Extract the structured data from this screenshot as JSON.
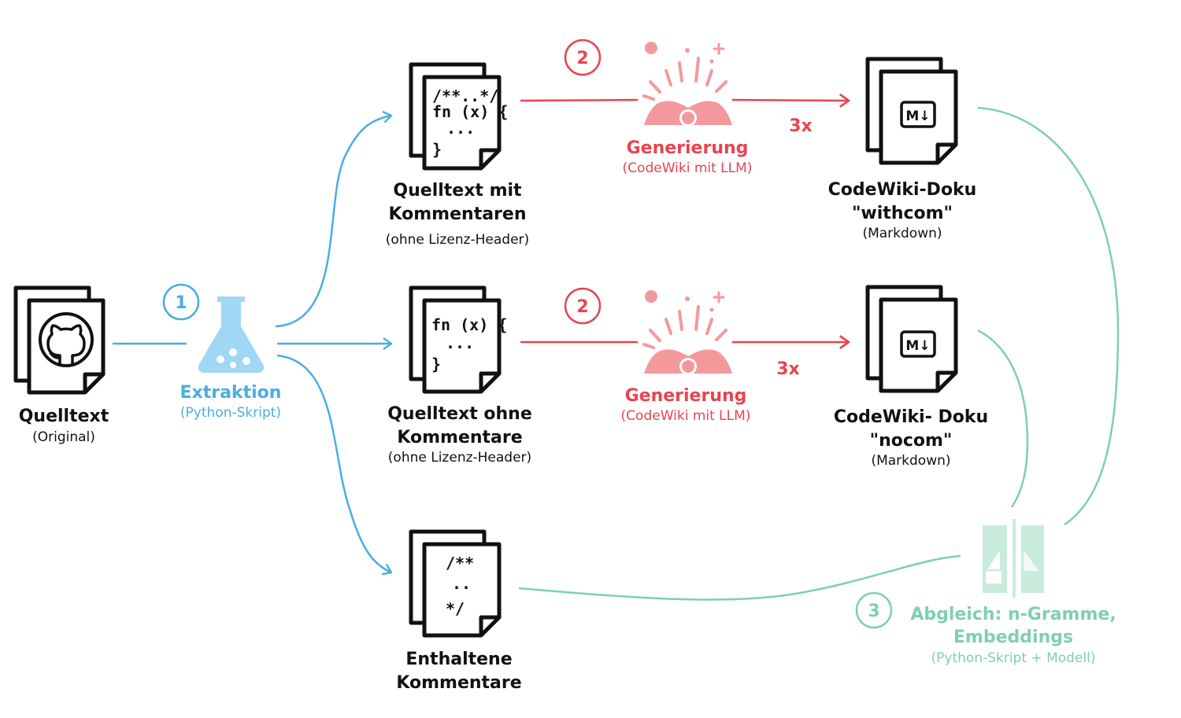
{
  "colors": {
    "blue": "#4aaee0",
    "red": "#e84450",
    "green": "#7fcfb1",
    "pink": "#f3999c",
    "ink": "#111111"
  },
  "source": {
    "title": "Quelltext",
    "subtitle": "(Original)",
    "icon": "github-icon"
  },
  "step1": {
    "number": "1",
    "title": "Extraktion",
    "subtitle": "(Python-Skript)",
    "icon": "flask-icon"
  },
  "with_comments": {
    "title_line1": "Quelltext mit",
    "title_line2": "Kommentaren",
    "subtitle": "(ohne Lizenz-Header)",
    "code": [
      "/**..*/",
      "fn (x) {",
      "...",
      "}"
    ]
  },
  "without_comments": {
    "title_line1": "Quelltext ohne",
    "title_line2": "Kommentare",
    "subtitle": "(ohne Lizenz-Header)",
    "code": [
      "fn (x) {",
      "...",
      "}"
    ]
  },
  "comments_only": {
    "title_line1": "Enthaltene",
    "title_line2": "Kommentare",
    "code": [
      "/**",
      "..",
      "*/"
    ]
  },
  "gen_top": {
    "number": "2",
    "title": "Generierung",
    "subtitle": "(CodeWiki mit LLM)",
    "multiplier": "3x",
    "icon": "open-book-icon"
  },
  "gen_mid": {
    "number": "2",
    "title": "Generierung",
    "subtitle": "(CodeWiki mit LLM)",
    "multiplier": "3x",
    "icon": "open-book-icon"
  },
  "doc_withcom": {
    "title_line1": "CodeWiki-Doku",
    "title_line2": "\"withcom\"",
    "subtitle": "(Markdown)",
    "icon": "markdown-icon",
    "badge": "M↓"
  },
  "doc_nocom": {
    "title_line1": "CodeWiki- Doku",
    "title_line2": "\"nocom\"",
    "subtitle": "(Markdown)",
    "icon": "markdown-icon",
    "badge": "M↓"
  },
  "step3": {
    "number": "3",
    "title_line1": "Abgleich: n-Gramme,",
    "title_line2": "Embeddings",
    "subtitle": "(Python-Skript + Modell)",
    "icon": "compare-icon"
  }
}
